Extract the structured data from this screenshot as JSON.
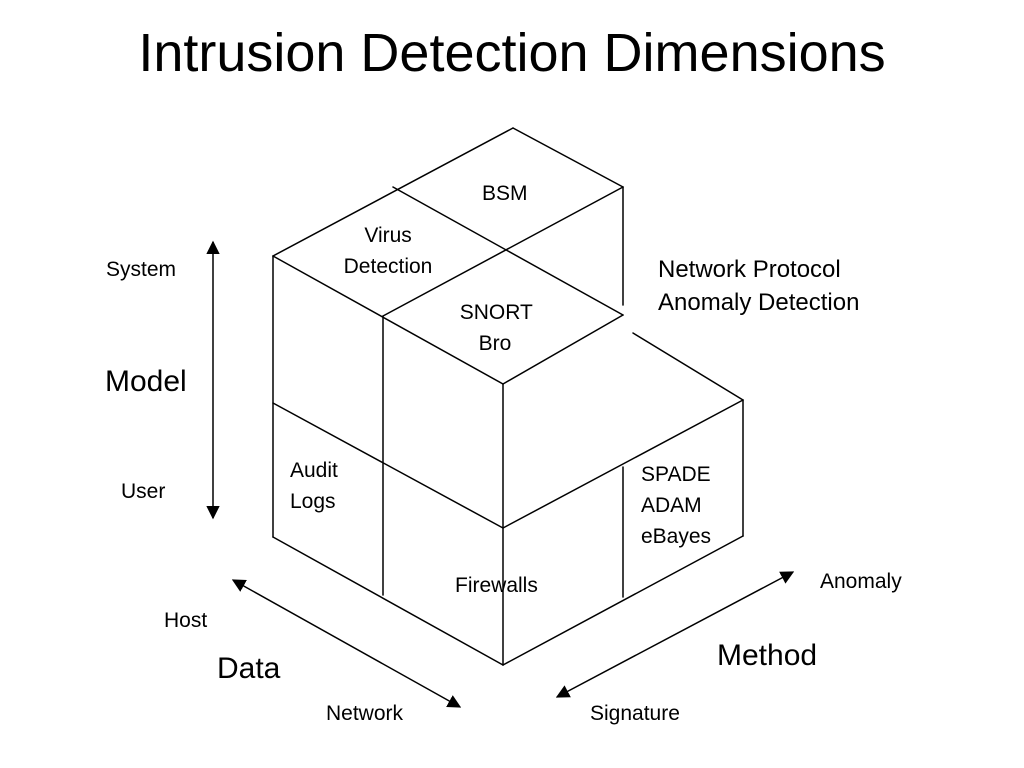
{
  "title": "Intrusion Detection Dimensions",
  "axes": {
    "model": {
      "label": "Model",
      "top": "System",
      "bottom": "User"
    },
    "data": {
      "label": "Data",
      "top": "Host",
      "bottom": "Network"
    },
    "method": {
      "label": "Method",
      "top": "Anomaly",
      "bottom": "Signature"
    }
  },
  "cells": {
    "bsm": "BSM",
    "virus": [
      "Virus",
      "Detection"
    ],
    "snort": [
      "SNORT",
      "Bro"
    ],
    "network_protocol": [
      "Network Protocol",
      "Anomaly Detection"
    ],
    "audit": [
      "Audit",
      "Logs"
    ],
    "spade": [
      "SPADE",
      "ADAM",
      "eBayes"
    ],
    "firewalls": "Firewalls"
  }
}
